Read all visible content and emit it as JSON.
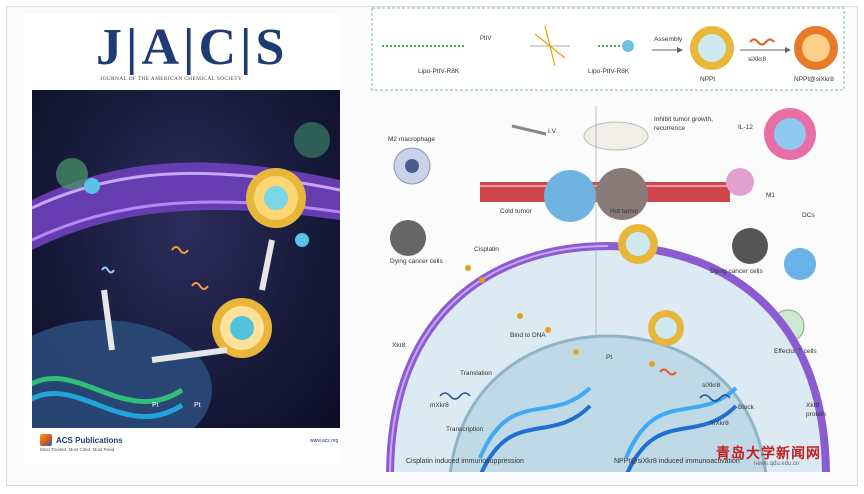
{
  "cover": {
    "logo": "J|A|C|S",
    "subtitle": "JOURNAL OF THE AMERICAN CHEMICAL SOCIETY",
    "publisher": "ACS Publications",
    "publisher_tag": "Most Trusted. Most Cited. Most Read.",
    "url": "www.acs.org",
    "labels": {
      "pt_left": "Pt",
      "pt_right": "Pt"
    }
  },
  "synthesis": {
    "lipo_pt_r8k": "Lipo-PtIV-R8K",
    "lipo_pt_r8k_2": "Lipo-PtIV-R8K",
    "assembly": "Assembly",
    "np": "NPPt",
    "sixn": "siXkr8",
    "np_si": "NPPt@siXkr8"
  },
  "scheme": {
    "iv": "I.V.",
    "inhibit": "Inhibit tumor growth,",
    "recurrence": "recurrence",
    "m2": "M2 macrophage",
    "il12": "IL-12",
    "cold_tumor": "Cold tumor",
    "hot_tumor": "Hot tumor",
    "m1": "M1",
    "dcs": "DCs",
    "dying_left": "Dying cancer cells",
    "dying_right": "Dying cancer cells",
    "cisplatin": "Cisplatin",
    "xkr8_left": "Xkr8",
    "bind_dna": "Bind to DNA",
    "translation": "Translation",
    "mxkr8_left": "mXkr8",
    "transcription": "Transcription",
    "pt_center": "Pt",
    "sixkr8": "siXkr8",
    "block": "Block",
    "mxkr8_right": "mXkr8",
    "xkr8_protein": "Xkr8",
    "protein": "protein",
    "effector": "Effector T cells",
    "bottom_left": "Cisplatin induced immunosuppression",
    "bottom_right": "NPPt@siXkr8 induced immunoactivation"
  },
  "watermark": {
    "text": "青岛大学新闻网",
    "url": "news.qdu.edu.cn"
  },
  "colors": {
    "navy": "#1f3b73",
    "membrane": "#8a5bd1",
    "nucleus": "#cfe3ee",
    "dna": "#2a8fd6",
    "nanoparticle": "#e8b73a"
  }
}
